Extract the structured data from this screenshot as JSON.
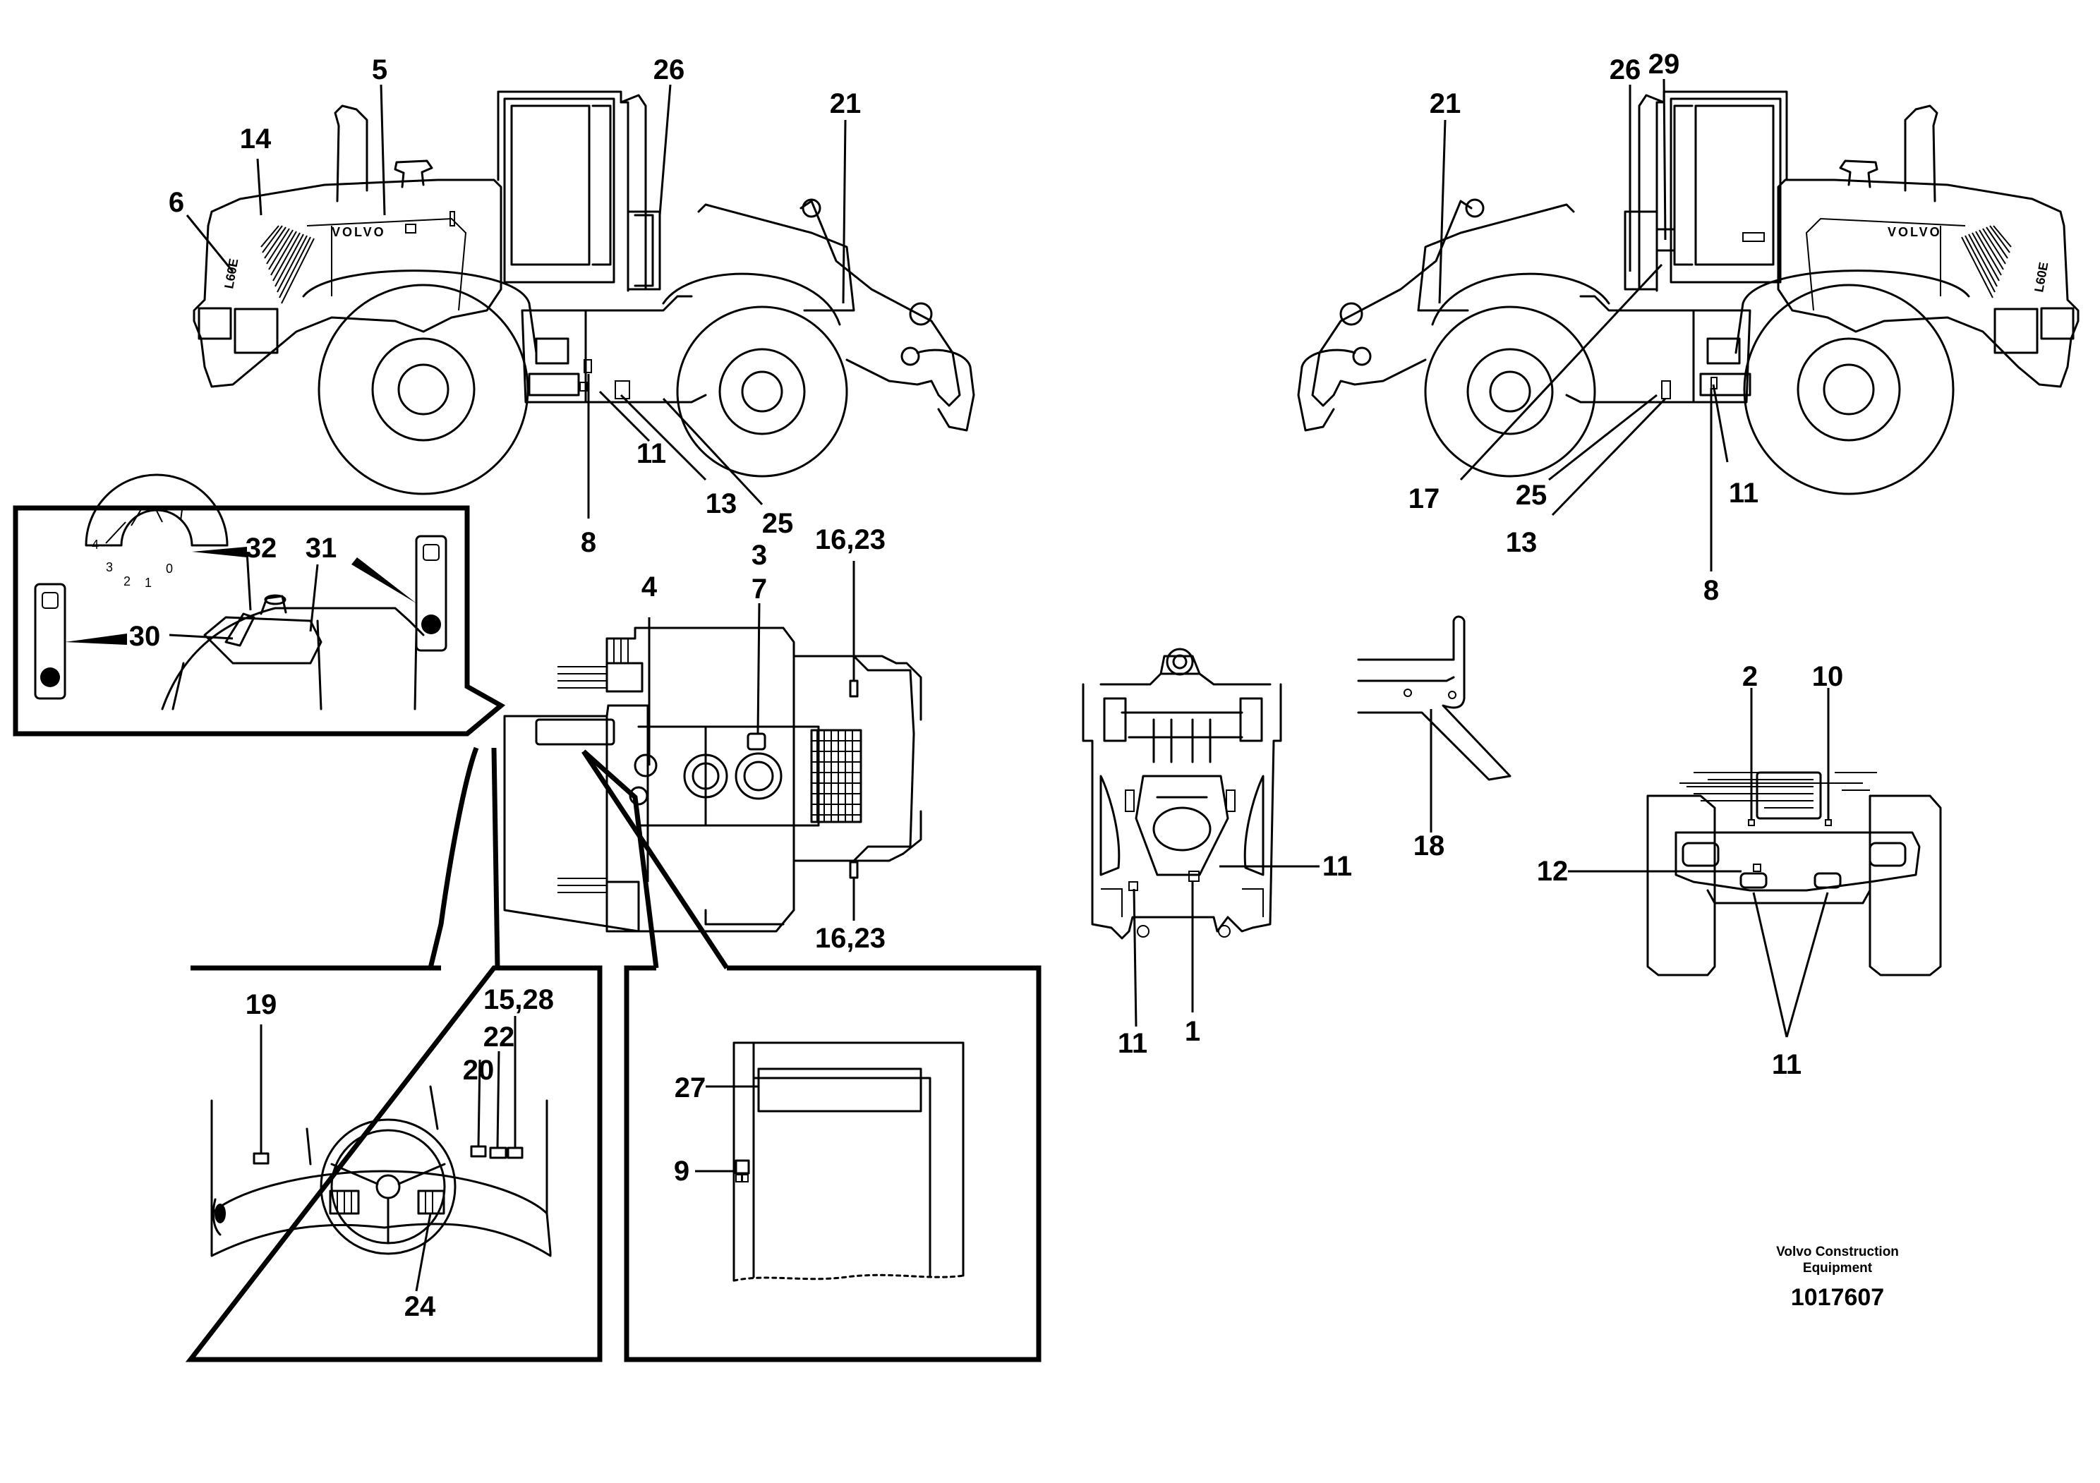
{
  "brand_text": "VOLVO",
  "model_text": "L60E",
  "credit": {
    "line1": "Volvo Construction",
    "line2": "Equipment"
  },
  "drawing_id": "1017607",
  "dial_numbers": [
    "4",
    "3",
    "2",
    "1",
    "0"
  ],
  "labels": {
    "l5": "5",
    "l26a": "26",
    "l21a": "21",
    "l14": "14",
    "l6": "6",
    "l11a": "11",
    "l13a": "13",
    "l25a": "25",
    "l8a": "8",
    "l21b": "21",
    "l26b": "26",
    "l29": "29",
    "l17": "17",
    "l25b": "25",
    "l13b": "13",
    "l11b": "11",
    "l8b": "8",
    "l32": "32",
    "l31": "31",
    "l30": "30",
    "l4": "4",
    "l3": "3",
    "l7": "7",
    "l1623a": "16,23",
    "l1623b": "16,23",
    "l19": "19",
    "l1528": "15,28",
    "l22": "22",
    "l20": "20",
    "l24": "24",
    "l27": "27",
    "l9": "9",
    "l11c": "11",
    "l11d": "11",
    "l1": "1",
    "l18": "18",
    "l2": "2",
    "l10": "10",
    "l12": "12",
    "l11e": "11"
  },
  "icons": [
    "decal-dial-icon",
    "decal-lever-up-icon",
    "decal-lever-down-icon"
  ]
}
